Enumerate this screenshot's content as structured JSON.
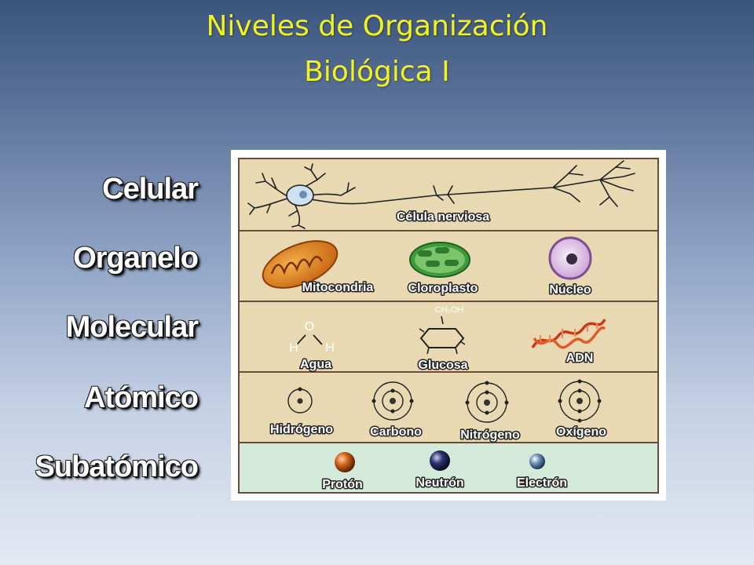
{
  "slide": {
    "title_line1": "Niveles de Organización",
    "title_line2": "Biológica I"
  },
  "levels": [
    {
      "name": "Celular"
    },
    {
      "name": "Organelo"
    },
    {
      "name": "Molecular"
    },
    {
      "name": "Atómico"
    },
    {
      "name": "Subatómico"
    }
  ],
  "diagram": {
    "celular": {
      "neuron": "Célula nerviosa"
    },
    "organelo": {
      "mitochondria": "Mitocondria",
      "chloroplast": "Cloroplasto",
      "nucleus": "Núcleo"
    },
    "molecular": {
      "water": "Agua",
      "water_o": "O",
      "water_h1": "H",
      "water_h2": "H",
      "glucose": "Glucosa",
      "glucose_group": "CH₂OH",
      "dna": "ADN"
    },
    "atomico": {
      "hydrogen": "Hidrógeno",
      "carbon": "Carbono",
      "nitrogen": "Nitrógeno",
      "oxygen": "Oxígeno"
    },
    "subatomico": {
      "proton": "Protón",
      "neutron": "Neutrón",
      "electron": "Electrón"
    }
  },
  "colors": {
    "title": "#f2f21e",
    "panel_band": "#e8d9b3",
    "subatomic_band": "#d3eadb",
    "border": "#6b4a3a"
  }
}
